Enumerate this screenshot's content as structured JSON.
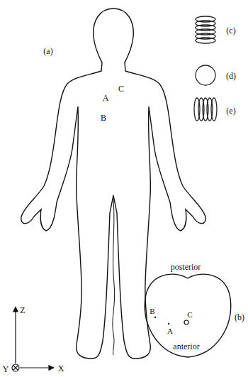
{
  "diagram": {
    "labels": [
      "(a)",
      "A",
      "B",
      "C",
      "(c)",
      "(d)",
      "(e)",
      "posterior",
      "B",
      "C",
      "A",
      "(b)",
      "anterior",
      "Z",
      "Y",
      "X"
    ]
  }
}
